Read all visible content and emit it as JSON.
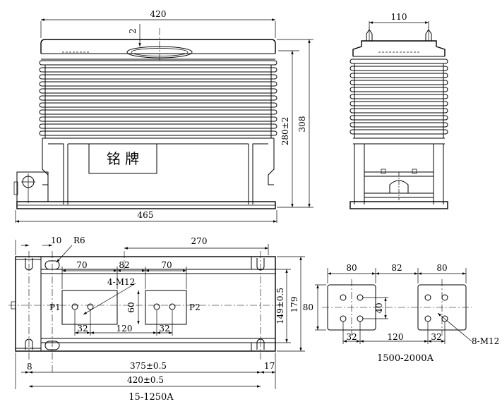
{
  "nameplate": "铭 牌",
  "front_view": {
    "width": "420",
    "base_width": "465",
    "slot": "2",
    "height_inner": "280±2",
    "height_total": "308"
  },
  "side_view": {
    "width": "110"
  },
  "bottom_view": {
    "edge": "10",
    "radius": "R6",
    "span": "270",
    "gap_left": "70",
    "gap_mid": "82",
    "gap_right": "70",
    "hole_label": "4-M12",
    "p1": "P1",
    "p2": "P2",
    "pad_h": "60",
    "pitch_left": "32",
    "centers": "120",
    "pitch_right": "32",
    "inner_h": "149±0.5",
    "outer_h": "179",
    "left_off": "8",
    "mount": "375±0.5",
    "right_off": "17",
    "total": "420±0.5",
    "caption": "15-1250A"
  },
  "terminal_view": {
    "pad_l": "80",
    "gap": "82",
    "pad_r": "80",
    "pad_h": "80",
    "hole_v": "40",
    "pitch_l": "32",
    "centers": "120",
    "pitch_r": "32",
    "hole_label": "8-M12",
    "caption": "1500-2000A"
  }
}
